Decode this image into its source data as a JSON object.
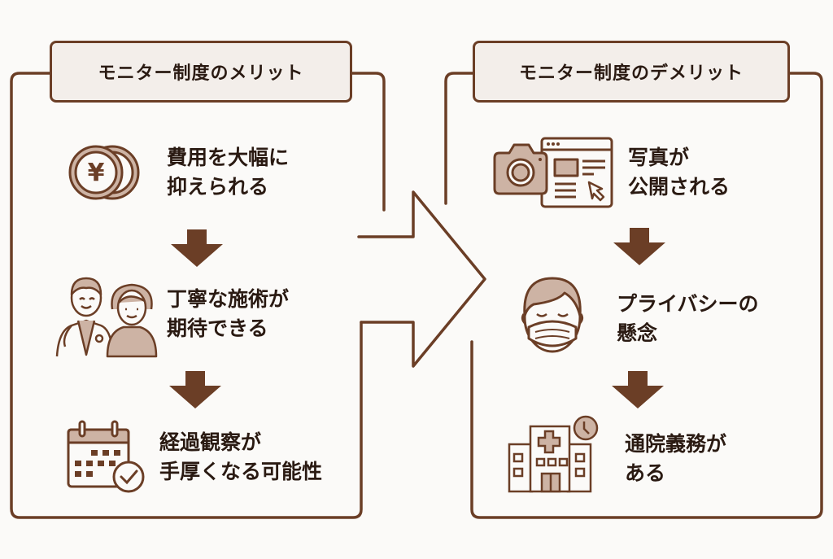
{
  "colors": {
    "stroke": "#6b3e26",
    "fill_light": "#cdb3a4",
    "title_bg": "#f3eeea",
    "background": "#fbfaf8",
    "text": "#2a1a12"
  },
  "merits": {
    "title": "モニター制度のメリット",
    "steps": [
      {
        "icon": "yen-coins-icon",
        "lines": [
          "費用を大幅に",
          "抑えられる"
        ]
      },
      {
        "icon": "doctor-patient-icon",
        "lines": [
          "丁寧な施術が",
          "期待できる"
        ]
      },
      {
        "icon": "calendar-check-icon",
        "lines": [
          "経過観察が",
          "手厚くなる可能性"
        ]
      }
    ]
  },
  "demerits": {
    "title": "モニター制度のデメリット",
    "steps": [
      {
        "icon": "camera-webpage-icon",
        "lines": [
          "写真が",
          "公開される"
        ]
      },
      {
        "icon": "masked-face-icon",
        "lines": [
          "プライバシーの",
          "懸念"
        ]
      },
      {
        "icon": "hospital-clock-icon",
        "lines": [
          "通院義務が",
          "ある"
        ]
      }
    ]
  },
  "connector": {
    "icon": "right-arrow-icon"
  }
}
